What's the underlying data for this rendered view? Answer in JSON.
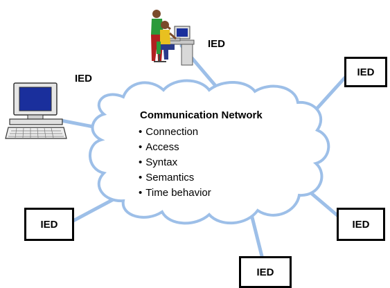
{
  "colors": {
    "link": "#9dbfe8",
    "cloud_fill": "#ffffff",
    "cloud_stroke": "#9dbfe8",
    "box_border": "#000000",
    "monitor_screen": "#1a2f9c"
  },
  "network": {
    "title": "Communication Network",
    "items": [
      "Connection",
      "Access",
      "Syntax",
      "Semantics",
      "Time behavior"
    ]
  },
  "nodes": {
    "workstation_label": "IED",
    "computer_label": "IED",
    "right_top": "IED",
    "right_bottom": "IED",
    "bottom": "IED",
    "left_bottom": "IED"
  },
  "icons": {
    "workstation": "people-at-workstation-icon",
    "computer": "desktop-computer-icon"
  }
}
